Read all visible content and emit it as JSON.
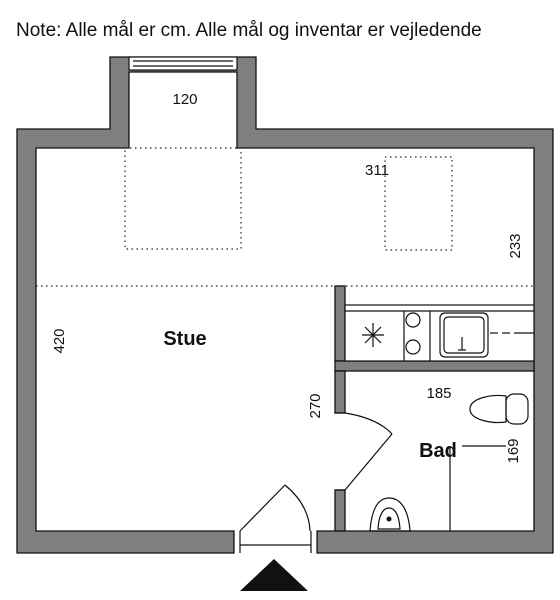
{
  "note": "Note: Alle mål er cm. Alle mål og inventar er vejledende",
  "rooms": {
    "living": {
      "label": "Stue"
    },
    "bath": {
      "label": "Bad"
    }
  },
  "dimensions": {
    "alcove_width": "120",
    "living_width": "311",
    "living_depth": "233",
    "total_depth": "420",
    "wall_length": "270",
    "bath_width": "185",
    "bath_depth": "169"
  },
  "colors": {
    "wall_fill": "#7f7f7f",
    "line": "#111111",
    "background": "#ffffff"
  },
  "icons": {
    "entrance": "entrance-arrow-icon",
    "kitchen": "kitchen-counter-icon",
    "sink": "sink-icon",
    "toilet": "toilet-icon",
    "washbasin": "washbasin-icon"
  }
}
